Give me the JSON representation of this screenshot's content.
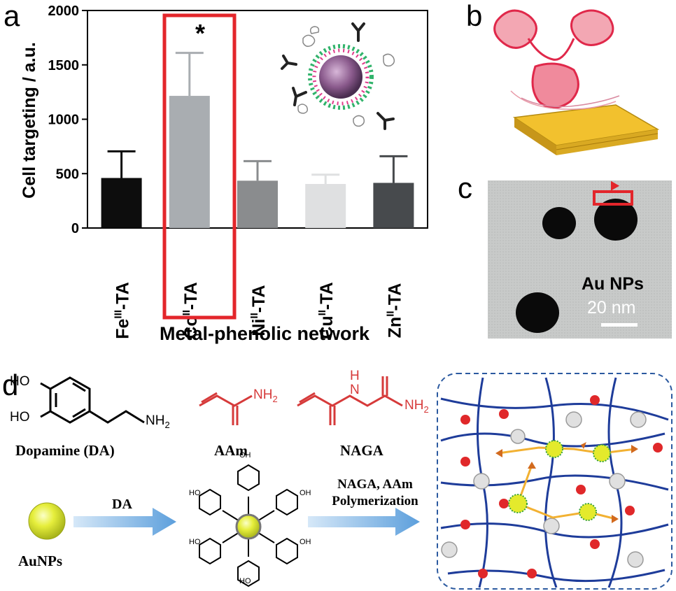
{
  "panels": {
    "a": "a",
    "b": "b",
    "c": "c",
    "d": "d"
  },
  "chart_data": {
    "type": "bar",
    "categories": [
      "Fe",
      "Co",
      "Ni",
      "Cu",
      "Zn"
    ],
    "category_sup": [
      "III",
      "II",
      "II",
      "II",
      "II"
    ],
    "category_suffix": "-TA",
    "values": [
      460,
      1215,
      435,
      405,
      415
    ],
    "errors": [
      245,
      395,
      180,
      85,
      245
    ],
    "bar_colors": [
      "#0d0d0d",
      "#a9adb1",
      "#8a8c8e",
      "#dfe0e1",
      "#474a4d"
    ],
    "xlabel": "Metal-phenolic network",
    "ylabel": "Cell targeting / a.u.",
    "ylim": [
      0,
      2000
    ],
    "yticks": [
      0,
      500,
      1000,
      1500,
      2000
    ],
    "highlight_index": 1,
    "significance": "*"
  },
  "panel_c": {
    "label": "Au NPs",
    "scale": "20 nm"
  },
  "panel_d": {
    "dopamine": {
      "ho1": "HO",
      "ho2": "HO",
      "nh2": "NH",
      "nh2_sub": "2",
      "name": "Dopamine (DA)"
    },
    "aam": {
      "nh2": "NH",
      "nh2_sub": "2",
      "name": "AAm"
    },
    "naga": {
      "n": "N",
      "h": "H",
      "nh2": "NH",
      "nh2_sub": "2",
      "name": "NAGA"
    },
    "aunps": "AuNPs",
    "arrow1": "DA",
    "arrow2_line1": "NAGA, AAm",
    "arrow2_line2": "Polymerization",
    "oh": "OH",
    "ho": "HO"
  }
}
